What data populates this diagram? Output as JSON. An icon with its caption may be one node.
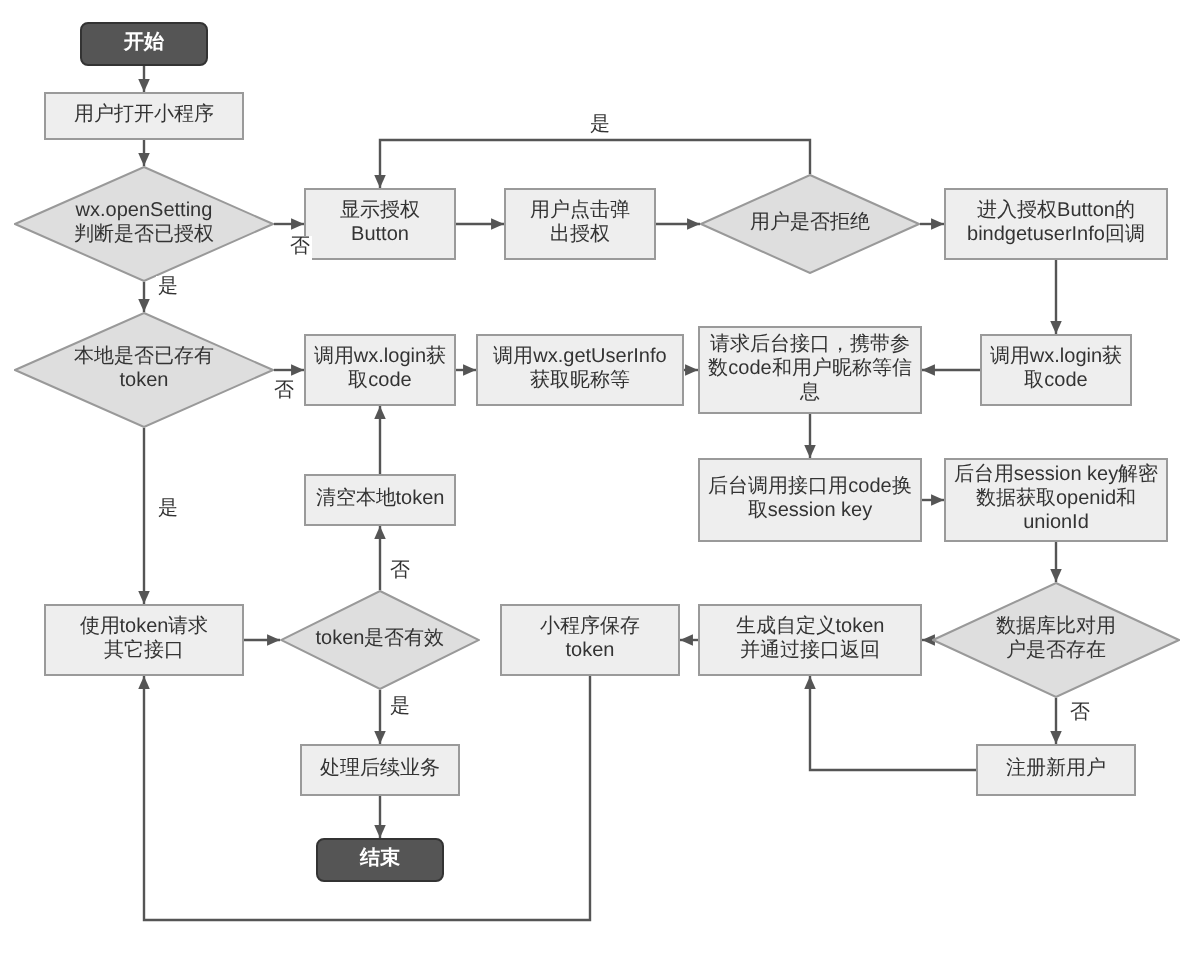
{
  "diagram": {
    "nodes": [
      {
        "text": [
          "开始"
        ]
      },
      {
        "text": [
          "用户打开小程序"
        ]
      },
      {
        "text": [
          "wx.openSetting判断是否已授权"
        ]
      },
      {
        "text": [
          "显示授权Button"
        ]
      },
      {
        "text": [
          "用户点击弹出授权"
        ]
      },
      {
        "text": [
          "用户是否拒绝"
        ]
      },
      {
        "text": [
          "进入授权Button的bindgetuserInfo回调"
        ]
      },
      {
        "text": [
          "本地是否已存有token"
        ]
      },
      {
        "text": [
          "调用wx.login获取code"
        ]
      },
      {
        "text": [
          "调用wx.getUserInfo获取昵称等"
        ]
      },
      {
        "text": [
          "请求后台接口，携带参数code和用户昵称等信息"
        ]
      },
      {
        "text": [
          "调用wx.login获取code"
        ]
      },
      {
        "text": [
          "后台调用接口用code换取session key"
        ]
      },
      {
        "text": [
          "后台用session key解密数据获取openid和unionId"
        ]
      },
      {
        "text": [
          "清空本地token"
        ]
      },
      {
        "text": [
          "使用token请求其它接口"
        ]
      },
      {
        "text": [
          "token是否有效"
        ]
      },
      {
        "text": [
          "小程序保存token"
        ]
      },
      {
        "text": [
          "生成自定义token并通过接口返回"
        ]
      },
      {
        "text": [
          "数据库比对用户是否存在"
        ]
      },
      {
        "text": [
          "注册新用户"
        ]
      },
      {
        "text": [
          "处理后续业务"
        ]
      },
      {
        "text": [
          "结束"
        ]
      }
    ],
    "edges": [
      {
        "from": 0,
        "to": 1,
        "arrow": "to"
      },
      {
        "from": 1,
        "to": 2,
        "arrow": "to"
      },
      {
        "from": 2,
        "to": 3,
        "arrow": "to",
        "label": "否"
      },
      {
        "from": 3,
        "to": 4,
        "arrow": "to"
      },
      {
        "from": 4,
        "to": 5,
        "arrow": "to"
      },
      {
        "from": 5,
        "to": 3,
        "arrow": "to",
        "label": "是"
      },
      {
        "from": 5,
        "to": 6,
        "arrow": "to"
      },
      {
        "from": 6,
        "to": 11,
        "arrow": "to"
      },
      {
        "from": 11,
        "to": 10,
        "arrow": "to"
      },
      {
        "from": 2,
        "to": 7,
        "arrow": "to",
        "label": "是"
      },
      {
        "from": 7,
        "to": 8,
        "arrow": "to",
        "label": "否"
      },
      {
        "from": 8,
        "to": 9,
        "arrow": "to"
      },
      {
        "from": 9,
        "to": 10,
        "arrow": "to"
      },
      {
        "from": 10,
        "to": 12,
        "arrow": "to"
      },
      {
        "from": 12,
        "to": 13,
        "arrow": "to"
      },
      {
        "from": 13,
        "to": 19,
        "arrow": "to"
      },
      {
        "from": 19,
        "to": 18,
        "arrow": "to"
      },
      {
        "from": 19,
        "to": 20,
        "arrow": "to",
        "label": "否"
      },
      {
        "from": 20,
        "to": 18,
        "arrow": "to"
      },
      {
        "from": 18,
        "to": 17,
        "arrow": "to"
      },
      {
        "from": 17,
        "to": 15,
        "arrow": "to"
      },
      {
        "from": 7,
        "to": 15,
        "arrow": "to",
        "label": "是"
      },
      {
        "from": 15,
        "to": 16,
        "arrow": "to"
      },
      {
        "from": 16,
        "to": 14,
        "arrow": "to",
        "label": "否"
      },
      {
        "from": 14,
        "to": 8,
        "arrow": "to"
      },
      {
        "from": 16,
        "to": 21,
        "arrow": "to",
        "label": "是"
      },
      {
        "from": 21,
        "to": 22,
        "arrow": "to"
      }
    ]
  }
}
